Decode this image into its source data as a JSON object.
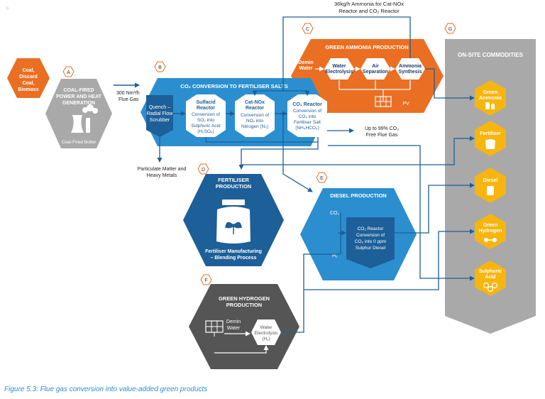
{
  "top_note": {
    "line1": "36kg/h Ammonia for Cat-NOx",
    "line2": "Reactor and CO₂ Reactor"
  },
  "badges": {
    "a": "A",
    "b": "B",
    "c": "C",
    "d": "D",
    "e": "E",
    "f": "F",
    "g": "G"
  },
  "coal_input": {
    "l1": "Coal,",
    "l2": "Discard",
    "l3": "Coal,",
    "l4": "Biomass"
  },
  "power": {
    "l1": "COAL-FIRED",
    "l2": "POWER AND HEAT",
    "l3": "GENERATION",
    "boiler": "Coal-Fired Boiler"
  },
  "flue": {
    "l1": "300 Nm³/h",
    "l2": "Flue Gas"
  },
  "co2_conversion": {
    "title": "CO₂ CONVERSION TO FERTILISER SALTS",
    "quench": {
      "l1": "Quench –",
      "l2": "Radial Flow",
      "l3": "Scrubber"
    },
    "sulfacid": {
      "h1": "Sulfacid",
      "h2": "Reactor",
      "l1": "Conversion of",
      "l2": "SO₂ into",
      "l3": "Sulphuric Acid",
      "l4": "(H₂SO₄)"
    },
    "catnox": {
      "h1": "Cat-NOx",
      "h2": "Reactor",
      "l1": "Conversion of",
      "l2": "NOₓ into",
      "l3": "Nitrogen (N₂)"
    },
    "co2reactor": {
      "h1": "CO₂ Reactor",
      "l1": "Conversion of",
      "l2": "CO₂ into",
      "l3": "Fertiliser Salt",
      "l4": "(NH₄HCO₃)"
    }
  },
  "particulate": {
    "l1": "Particulate Matter and",
    "l2": "Heavy Metals"
  },
  "free_flue": {
    "l1": "Up to 99% CO₂",
    "l2": "Free Flue Gas"
  },
  "green_ammonia": {
    "title": "GREEN AMMONIA PRODUCTION",
    "demin": {
      "l1": "Demin",
      "l2": "Water"
    },
    "electrolysis": {
      "l1": "Water",
      "l2": "Electrolysis"
    },
    "air": {
      "l1": "Air",
      "l2": "Separation"
    },
    "synthesis": {
      "l1": "Ammonia",
      "l2": "Synthesis"
    },
    "pv": "PV"
  },
  "fertiliser_prod": {
    "t1": "FERTILISER",
    "t2": "PRODUCTION",
    "l1": "Fertiliser Manufacturing",
    "l2": "– Blending Process"
  },
  "diesel_prod": {
    "title": "DIESEL PRODUCTION",
    "co2": "CO₂",
    "h2": "H₂",
    "l1": "CO₂ Reactor",
    "l2": "Conversion of",
    "l3": "CO₂ into 0 ppm",
    "l4": "Sulphur Diesel"
  },
  "hydrogen_prod": {
    "t1": "GREEN HYDROGEN",
    "t2": "PRODUCTION",
    "demin1": "Demin",
    "demin2": "Water",
    "e1": "Water",
    "e2": "Electrolysis",
    "e3": "(H₂)"
  },
  "commodities": {
    "title": "ON-SITE COMMODITIES",
    "items": [
      {
        "l1": "Green",
        "l2": "Ammonia"
      },
      {
        "l1": "Fertiliser",
        "l2": ""
      },
      {
        "l1": "Diesel",
        "l2": ""
      },
      {
        "l1": "Green",
        "l2": "Hydrogen"
      },
      {
        "l1": "Sulphuric",
        "l2": "Acid"
      }
    ]
  },
  "caption": "Figure 5.3: Flue gas conversion into value-added green products",
  "colors": {
    "orange": "#ea6f22",
    "blue": "#2b8fcf",
    "dark_blue": "#1d5f98",
    "mid_blue": "#1f6fae",
    "grey": "#a9a9a9",
    "dark_grey": "#555555",
    "yellow": "#f6b50f"
  }
}
